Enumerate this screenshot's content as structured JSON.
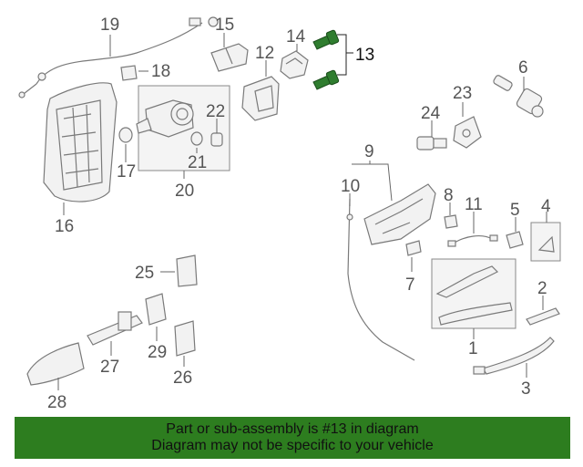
{
  "callouts": {
    "c1": "1",
    "c2": "2",
    "c3": "3",
    "c4": "4",
    "c5": "5",
    "c6": "6",
    "c7": "7",
    "c8": "8",
    "c9": "9",
    "c10": "10",
    "c11": "11",
    "c12": "12",
    "c13": "13",
    "c14": "14",
    "c15": "15",
    "c16": "16",
    "c17": "17",
    "c18": "18",
    "c19": "19",
    "c20": "20",
    "c21": "21",
    "c22": "22",
    "c23": "23",
    "c24": "24",
    "c25": "25",
    "c26": "26",
    "c27": "27",
    "c28": "28",
    "c29": "29"
  },
  "banner": {
    "line1": "Part or sub-assembly is #13 in diagram",
    "line2": "Diagram may not be specific to your vehicle"
  },
  "colors": {
    "banner_bg": "#2d7d1f",
    "highlight_part": "#2f7d2f"
  }
}
